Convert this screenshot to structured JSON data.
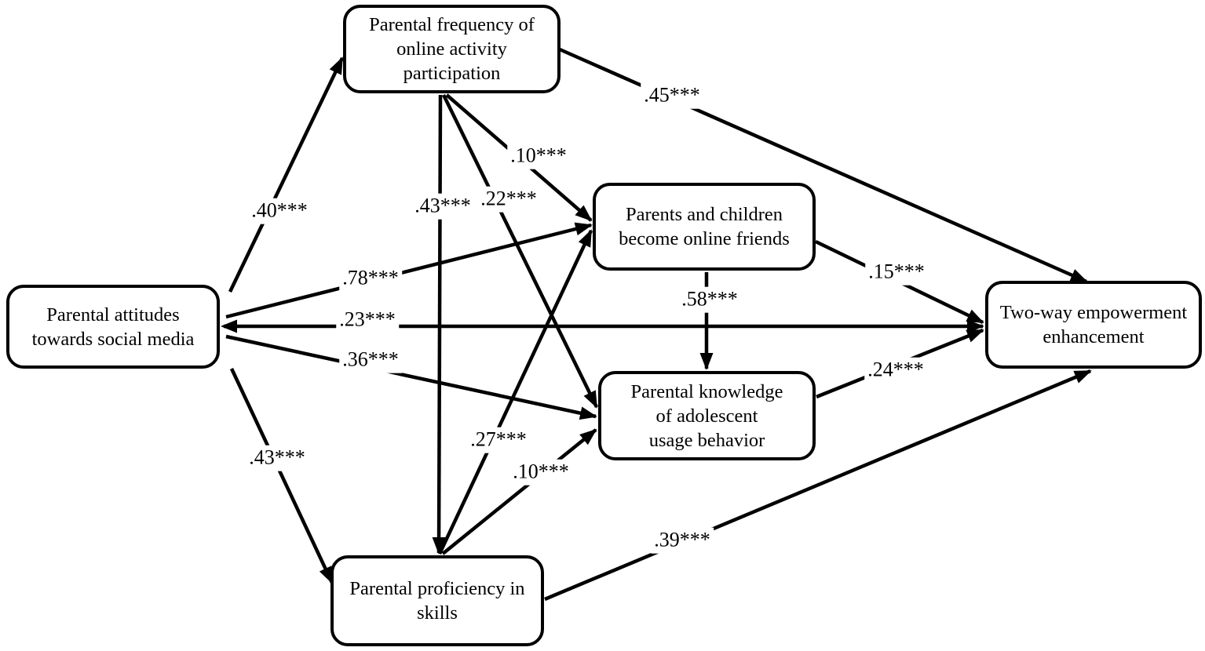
{
  "nodes": {
    "attitudes": {
      "lines": [
        "Parental attitudes",
        "towards social media"
      ]
    },
    "frequency": {
      "lines": [
        "Parental frequency of",
        "online activity",
        "participation"
      ]
    },
    "friends": {
      "lines": [
        "Parents and children",
        "become online friends"
      ]
    },
    "knowledge": {
      "lines": [
        "Parental knowledge",
        "of adolescent",
        "usage behavior"
      ]
    },
    "proficiency": {
      "lines": [
        "Parental proficiency in",
        "skills"
      ]
    },
    "empowerment": {
      "lines": [
        "Two-way empowerment",
        "enhancement"
      ]
    }
  },
  "edges": [
    {
      "from": "attitudes",
      "to": "frequency",
      "label": ".40***"
    },
    {
      "from": "attitudes",
      "to": "friends",
      "label": ".78***"
    },
    {
      "from": "attitudes",
      "to": "empowerment",
      "label": ".23***"
    },
    {
      "from": "attitudes",
      "to": "knowledge",
      "label": ".36***"
    },
    {
      "from": "attitudes",
      "to": "proficiency",
      "label": ".43***"
    },
    {
      "from": "frequency",
      "to": "empowerment",
      "label": ".45***"
    },
    {
      "from": "frequency",
      "to": "friends",
      "label": ".10***"
    },
    {
      "from": "frequency",
      "to": "knowledge",
      "label": ".22***"
    },
    {
      "from": "frequency",
      "to": "proficiency",
      "label": ".43***"
    },
    {
      "from": "friends",
      "to": "knowledge",
      "label": ".58***"
    },
    {
      "from": "friends",
      "to": "empowerment",
      "label": ".15***"
    },
    {
      "from": "knowledge",
      "to": "empowerment",
      "label": ".24***"
    },
    {
      "from": "proficiency",
      "to": "friends",
      "label": ".27***"
    },
    {
      "from": "proficiency",
      "to": "knowledge",
      "label": ".10***"
    },
    {
      "from": "proficiency",
      "to": "empowerment",
      "label": ".39***"
    }
  ]
}
